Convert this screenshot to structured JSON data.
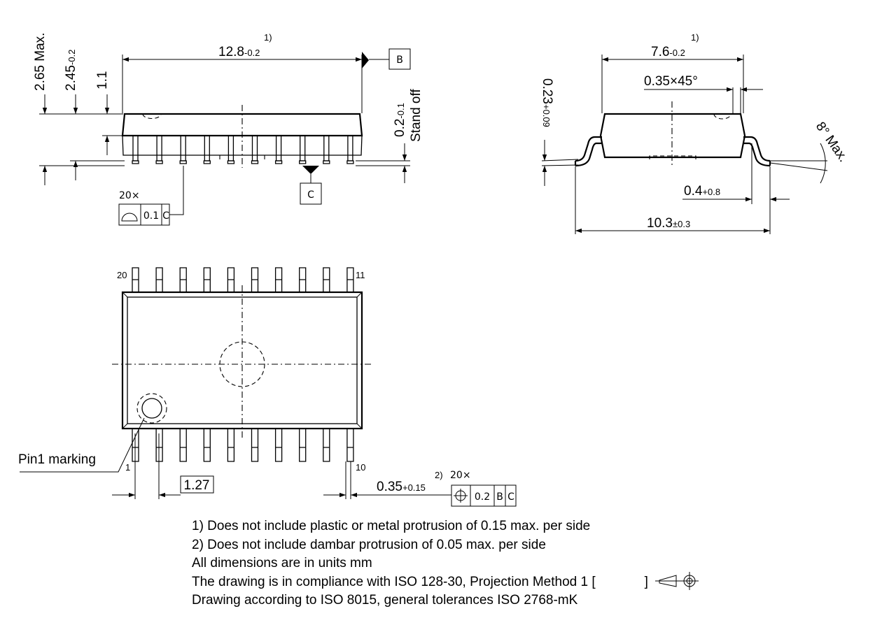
{
  "side_view": {
    "overall_height": "2.65 Max.",
    "body_height": "2.45",
    "body_height_tol": "-0.2",
    "upper_height": "1.1",
    "length": "12.8",
    "length_tol": "-0.2",
    "length_note": "1)",
    "datum_b": "B",
    "datum_c": "C",
    "standoff": "0.2",
    "standoff_tol": "-0.1",
    "standoff_label": "Stand off",
    "coplanarity_count": "20×",
    "coplanarity_value": "0.1",
    "coplanarity_datum": "C"
  },
  "end_view": {
    "width": "7.6",
    "width_tol": "-0.2",
    "width_note": "1)",
    "chamfer": "0.35×45°",
    "lead_thickness": "0.23",
    "lead_thickness_tol": "+0.09",
    "angle": "8° Max.",
    "foot_length": "0.4",
    "foot_length_tol": "+0.8",
    "total_width": "10.3",
    "total_width_tol": "±0.3"
  },
  "top_view": {
    "pin_20": "20",
    "pin_11": "11",
    "pin_1": "1",
    "pin_10": "10",
    "pitch": "1.27",
    "pin1_label": "Pin1 marking",
    "lead_width": "0.35",
    "lead_width_tol": "+0.15",
    "lead_width_note": "2)",
    "position_count": "20×",
    "position_value": "0.2",
    "position_datum_1": "B",
    "position_datum_2": "C"
  },
  "notes": [
    "1) Does not include plastic or metal protrusion of 0.15 max. per side",
    "2) Does not include dambar protrusion of 0.05 max. per side",
    "All dimensions are in units mm",
    "The drawing is in compliance with ISO 128-30, Projection Method 1 [",
    "]",
    "Drawing according to ISO 8015, general tolerances ISO 2768-mK"
  ]
}
